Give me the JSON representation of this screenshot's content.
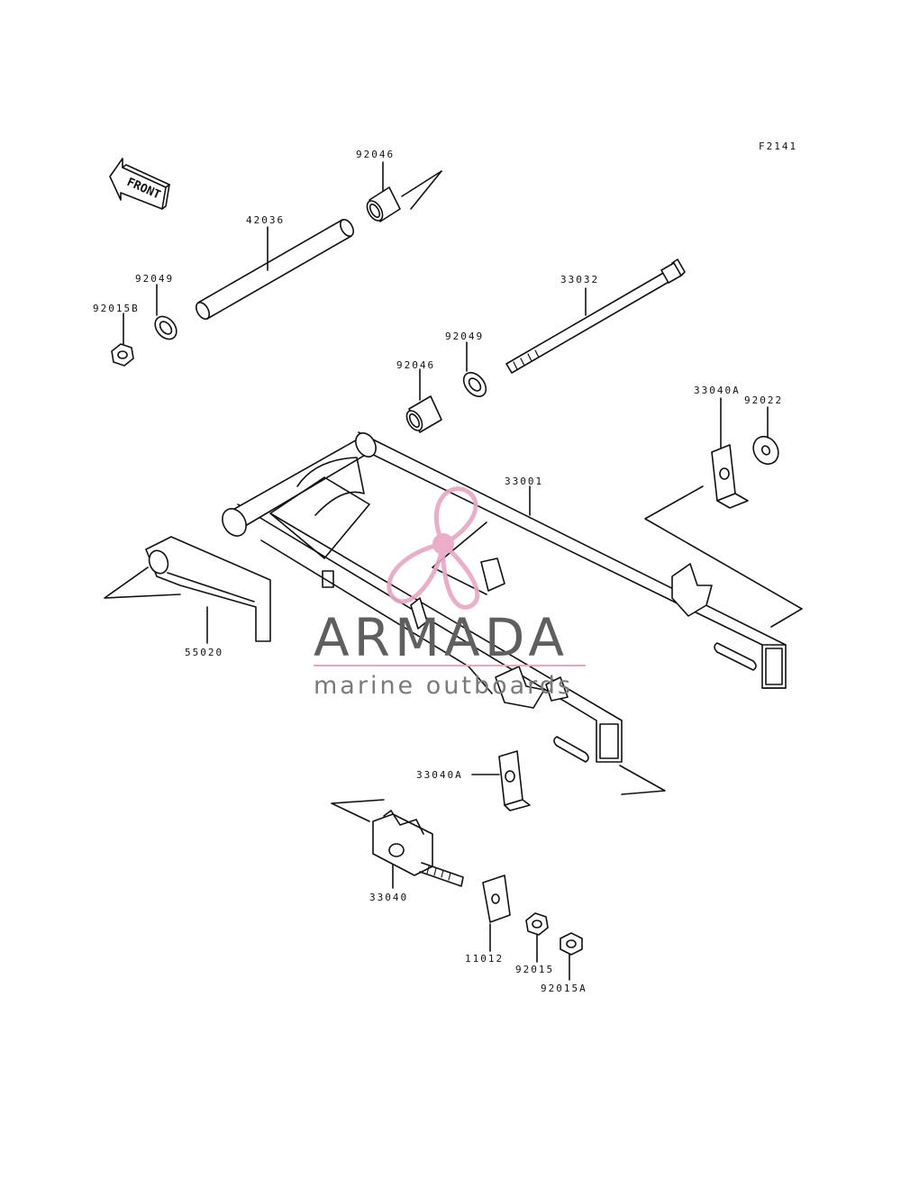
{
  "figure_code": "F2141",
  "front_arrow_label": "FRONT",
  "watermark": {
    "title": "ARMADA",
    "subtitle": "marine outboards",
    "title_color": "#5f5f5f",
    "subtitle_color": "#7a7a7a",
    "logo_color": "#e8a6c3",
    "rule_color": "#e8a6c3"
  },
  "parts": {
    "p92046_top": "92046",
    "p42036": "42036",
    "p92049_left": "92049",
    "p92015B": "92015B",
    "p33032": "33032",
    "p92049_mid": "92049",
    "p92046_mid": "92046",
    "p92022": "92022",
    "p33040A_right": "33040A",
    "p33001": "33001",
    "p55020": "55020",
    "p33040A_lower": "33040A",
    "p33040": "33040",
    "p11012": "11012",
    "p92015": "92015",
    "p92015A": "92015A"
  }
}
